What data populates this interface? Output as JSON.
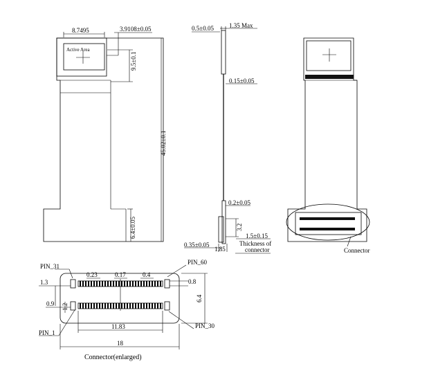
{
  "front_view": {
    "dim_width": "8.7495",
    "dim_offset": "3.9108±0.05",
    "dim_vertical_offset": "9.5±0.1",
    "dim_length": "45.02±0.1",
    "dim_tail": "6.4±0.05",
    "active_area_label": "Active Area"
  },
  "side_view": {
    "dim_top_left": "0.5±0.05",
    "dim_max": "1.35 Max",
    "dim_fpc": "0.15±0.05",
    "dim_stiffener": "0.2±0.05",
    "dim_connector_height": "3.2",
    "dim_connector_thk": "1.5±0.15",
    "dim_bottom_left": "0.35±0.05",
    "dim_bottom": "1.85",
    "thickness_line1": "Thickness of",
    "thickness_line2": "connector"
  },
  "back_view": {
    "connector_label": "Connector"
  },
  "connector_detail": {
    "pin_31": "PIN_31",
    "pin_60": "PIN_60",
    "pin_1": "PIN_1",
    "pin_30": "PIN_30",
    "dim_023": "0.23",
    "dim_017": "0.17",
    "dim_04": "0.4",
    "dim_13": "1.3",
    "dim_08": "0.8",
    "dim_09": "0.9",
    "dim_12": "1.2",
    "dim_64": "6.4",
    "dim_1183": "11.83",
    "dim_18": "18",
    "caption": "Connector(enlarged)"
  }
}
